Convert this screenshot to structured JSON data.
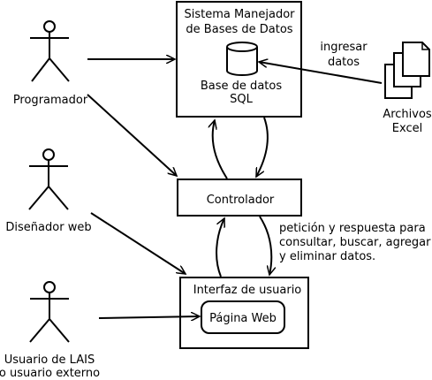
{
  "actors": {
    "programador": "Programador",
    "disenador": "Diseñador web",
    "usuario_line1": "Usuario de LAIS",
    "usuario_line2": "o usuario externo"
  },
  "sgbd": {
    "title_line1": "Sistema Manejador",
    "title_line2": "de Bases de Datos",
    "db_line1": "Base de datos",
    "db_line2": "SQL"
  },
  "files": {
    "arrow_label_line1": "ingresar",
    "arrow_label_line2": "datos",
    "label_line1": "Archivos",
    "label_line2": "Excel"
  },
  "controlador": {
    "label": "Controlador"
  },
  "flow_note": {
    "line1": "petición y respuesta para",
    "line2": "consultar, buscar, agregar",
    "line3": "y eliminar datos."
  },
  "interfaz": {
    "title": "Interfaz de usuario",
    "page_label": "Página Web"
  }
}
